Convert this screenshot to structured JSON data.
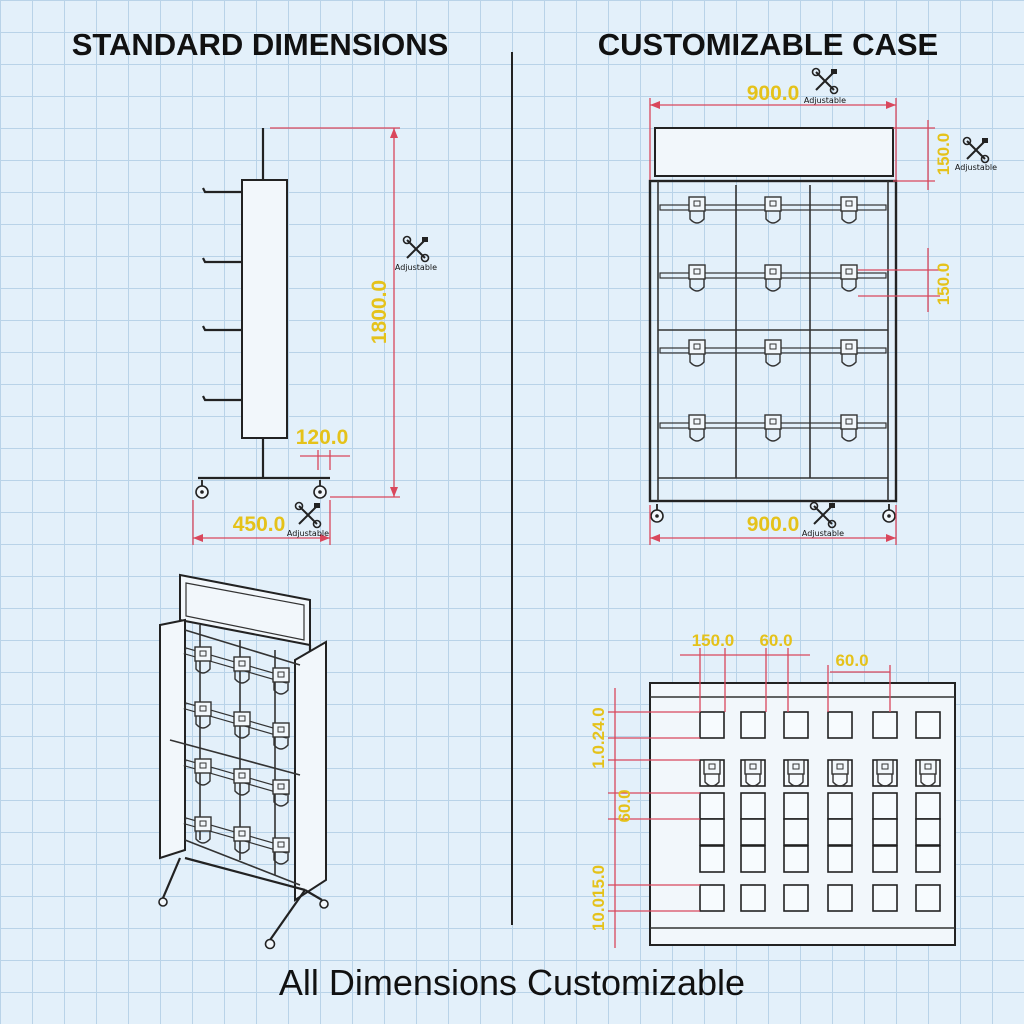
{
  "titles": {
    "left": "STANDARD DIMENSIONS",
    "right": "CUSTOMIZABLE CASE",
    "footer": "All Dimensions Customizable"
  },
  "adjustable_label": "Adjustable",
  "adjustable_icon": "wrench-screwdriver-icon",
  "standard_dims": {
    "height": "1800.0",
    "hook_offset": "120.0",
    "base_width": "450.0"
  },
  "custom_dims": {
    "top_width": "900.0",
    "bottom_width": "900.0",
    "header_height": "150.0",
    "row_pitch": "150.0"
  },
  "panel_dims": {
    "col_a": "150.0",
    "col_b": "60.0",
    "col_c": "60.0",
    "row_a": "1.0.24.0",
    "row_b": "60.0",
    "row_c": "10.015.0"
  },
  "colors": {
    "grid_background": "#e3f0fa",
    "grid_line": "#b9d3e8",
    "dimension_line": "#d9475c",
    "dimension_text": "#e5c21a",
    "drawing_line": "#333333"
  }
}
